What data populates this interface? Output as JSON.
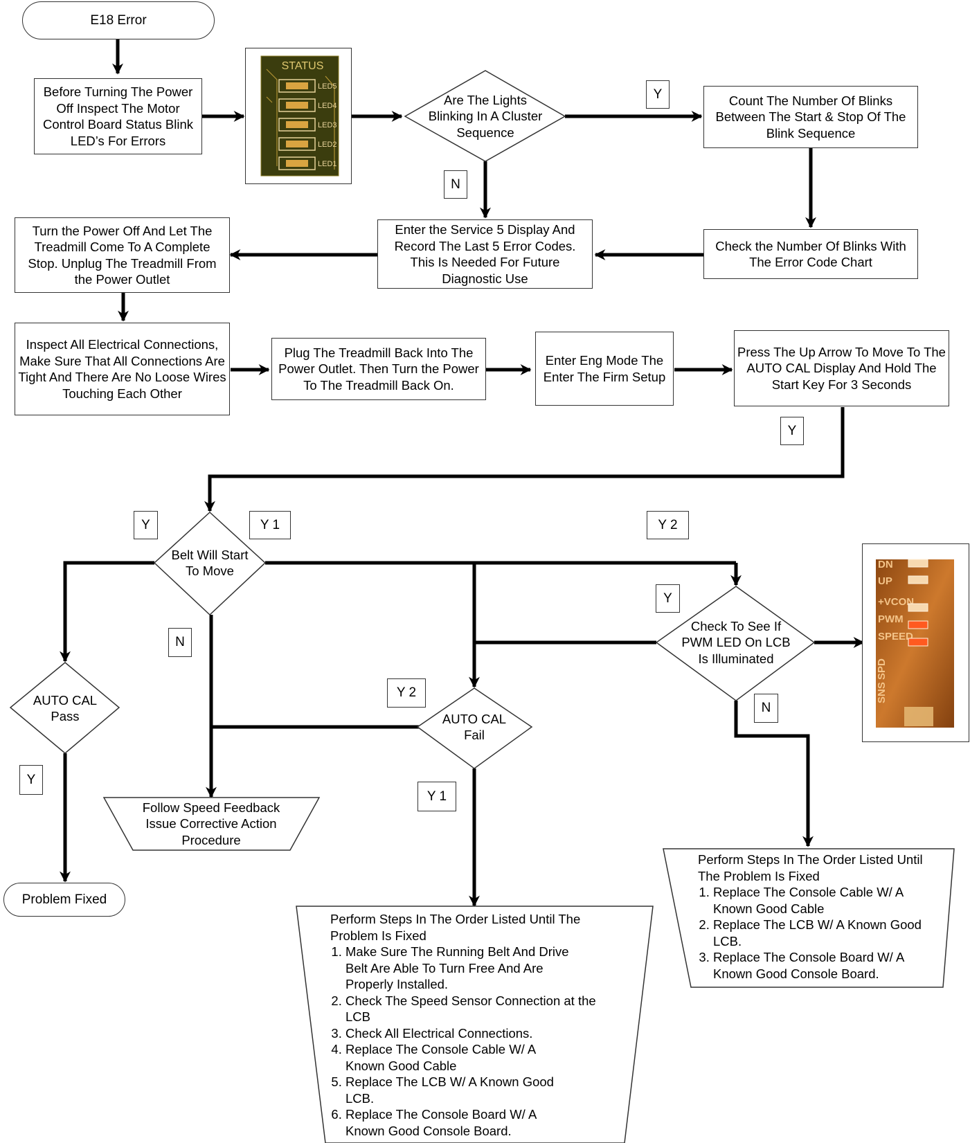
{
  "nodes": {
    "start": "E18 Error",
    "inspect_led": "Before Turning The Power Off Inspect The Motor Control Board Status Blink LED’s For Errors",
    "decision_cluster": "Are The Lights Blinking In A Cluster Sequence",
    "count_blinks": "Count The Number Of Blinks Between The Start &  Stop Of The Blink Sequence",
    "check_blinks": "Check the Number Of Blinks With The Error Code Chart",
    "service5": "Enter the Service 5 Display And Record The Last 5 Error Codes. This Is Needed For Future Diagnostic Use",
    "power_off": "Turn the Power Off And Let The Treadmill Come To A Complete Stop.  Unplug The Treadmill From the Power Outlet",
    "inspect_conn": "Inspect All Electrical Connections, Make Sure  That All Connections Are Tight And There Are No Loose Wires Touching Each Other",
    "plug_back": "Plug The Treadmill Back Into The Power Outlet.  Then Turn the Power To The Treadmill Back On.",
    "eng_mode": "Enter Eng Mode The Enter The Firm Setup",
    "press_up": "Press The Up Arrow To Move To The AUTO CAL Display And Hold The Start Key For 3 Seconds",
    "decision_belt": "Belt Will Start To Move",
    "decision_pass": "AUTO CAL Pass",
    "decision_fail": "AUTO CAL Fail",
    "decision_pwm": "Check To See If  PWM LED On LCB Is Illuminated",
    "speed_feedback": "Follow Speed Feedback Issue Corrective Action Procedure",
    "fixed": "Problem Fixed"
  },
  "labels": {
    "y_cluster": "Y",
    "n_cluster": "N",
    "y_press": "Y",
    "y_belt": "Y",
    "y1_belt": "Y 1",
    "y2_belt": "Y 2",
    "y_pwm": "Y",
    "n_belt": "N",
    "n_pwm": "N",
    "y2_fail": "Y 2",
    "y_pass": "Y",
    "y1_fail": "Y 1"
  },
  "trap_right": {
    "intro": "Perform Steps In The Order Listed Until The Problem Is Fixed",
    "steps": [
      "Replace The Console Cable W/ A Known Good Cable",
      "Replace The LCB W/ A Known Good LCB.",
      "Replace The Console Board W/ A Known Good Console Board."
    ]
  },
  "trap_bottom": {
    "intro": "Perform Steps In The Order Listed Until The Problem Is Fixed",
    "steps": [
      "Make Sure The Running Belt And Drive Belt Are Able To Turn Free And Are Properly Installed.",
      "Check The Speed Sensor Connection at the LCB",
      "Check All Electrical Connections.",
      "Replace The Console Cable W/ A Known Good Cable",
      "Replace The LCB W/ A Known Good LCB.",
      "Replace The Console Board W/ A Known Good Console Board."
    ]
  },
  "photo_status": {
    "title": "STATUS",
    "leds": [
      "LED5",
      "LED4",
      "LED3",
      "LED2",
      "LED1"
    ]
  },
  "photo_lcb": {
    "labels": [
      "DN",
      "UP",
      "+VCON",
      "PWM",
      "SPEED",
      "SPD",
      "SNS"
    ]
  },
  "colors": {
    "line": "#000000",
    "border": "#333333",
    "status_board": "#3b3d0e",
    "led_pad": "#d9a441",
    "lcb_board": "#b5651d",
    "lcb_led": "#ff5a1f"
  }
}
